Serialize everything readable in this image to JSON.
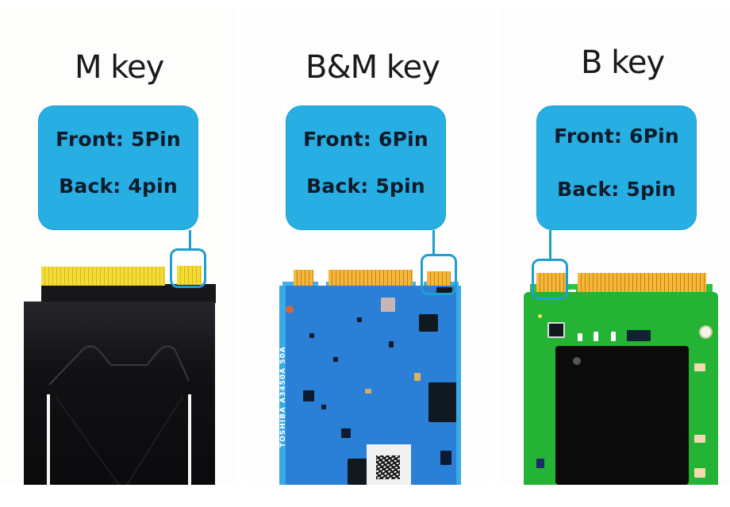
{
  "panels": [
    {
      "title": "M key",
      "callout": {
        "front": "Front: 5Pin",
        "back": "Back: 4pin"
      },
      "card": {
        "type": "ssd-heatsink",
        "board_color": "#111114"
      }
    },
    {
      "title": "B&M key",
      "callout": {
        "front": "Front: 6Pin",
        "back": "Back: 5pin"
      },
      "card": {
        "type": "pcb-blue",
        "board_color": "#2a7fd6",
        "silkscreen": "TOSHIBA  A3450A  50A"
      }
    },
    {
      "title": "B key",
      "callout": {
        "front": "Front: 6Pin",
        "back": "Back: 5pin"
      },
      "card": {
        "type": "pcb-green",
        "board_color": "#25b336"
      }
    }
  ],
  "colors": {
    "callout_fill": "#27afe3",
    "callout_text": "#0f1b2a",
    "highlight_stroke": "#1f9fd0",
    "gold_finger": "#f4dc38"
  }
}
